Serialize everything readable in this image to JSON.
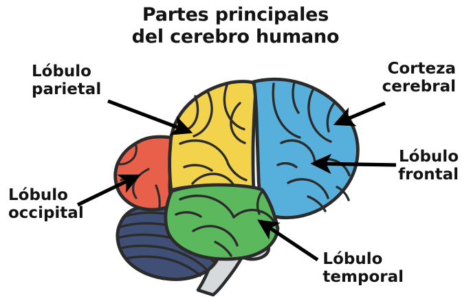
{
  "title": {
    "line1": "Partes principales",
    "line2": "del cerebro humano"
  },
  "labels": {
    "parietal": {
      "line1": "Lóbulo",
      "line2": "parietal"
    },
    "occipital": {
      "line1": "Lóbulo",
      "line2": "occipital"
    },
    "corteza": {
      "line1": "Corteza",
      "line2": "cerebral"
    },
    "frontal": {
      "line1": "Lóbulo",
      "line2": "frontal"
    },
    "temporal": {
      "line1": "Lóbulo",
      "line2": "temporal"
    }
  },
  "regions": {
    "parietal_lobe": {
      "name": "Lóbulo parietal",
      "color": "#f2d34b"
    },
    "occipital_lobe": {
      "name": "Lóbulo occipital",
      "color": "#e8604a"
    },
    "frontal_lobe": {
      "name": "Lóbulo frontal",
      "color": "#57b0dc"
    },
    "temporal_lobe": {
      "name": "Lóbulo temporal",
      "color": "#5cb85c"
    },
    "cerebellum": {
      "name": "Cerebelo",
      "color": "#3f4f75"
    },
    "brainstem": {
      "name": "Tronco encefálico",
      "color": "#d6dadd"
    }
  },
  "style": {
    "outline_color": "#2b2b2b",
    "background": "#ffffff",
    "text_color": "#131313",
    "arrow_color": "#000000"
  }
}
